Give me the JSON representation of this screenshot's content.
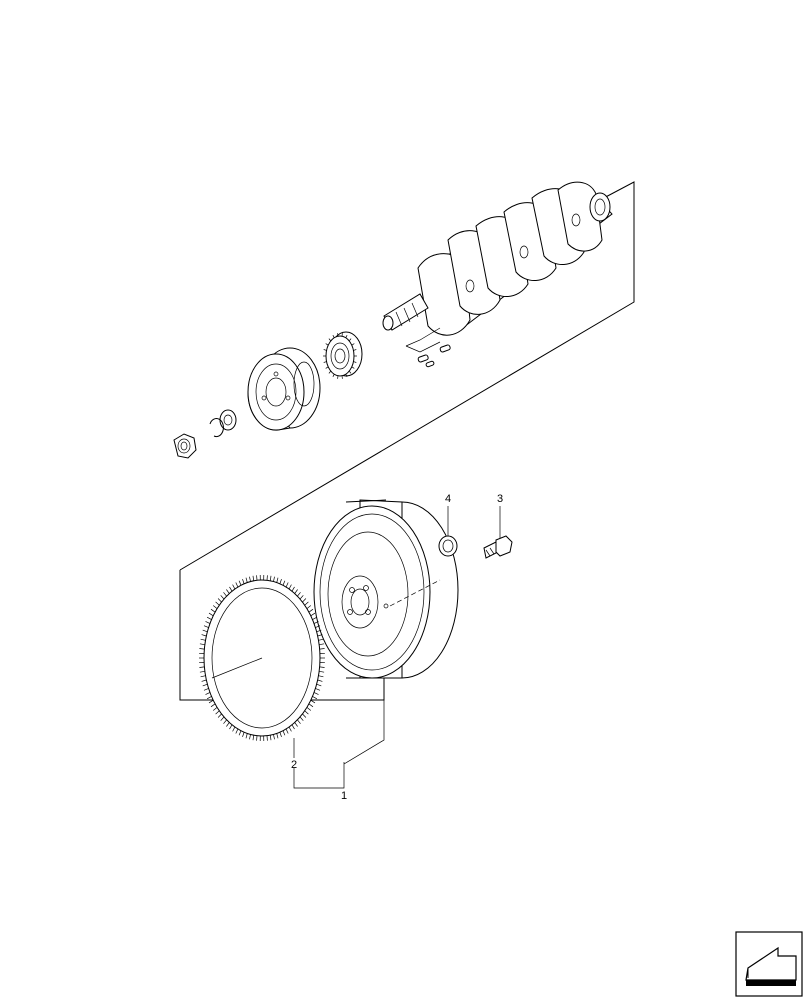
{
  "diagram": {
    "callouts": [
      {
        "id": "c1",
        "label": "1"
      },
      {
        "id": "c2",
        "label": "2"
      },
      {
        "id": "c3",
        "label": "3"
      },
      {
        "id": "c4",
        "label": "4"
      }
    ]
  },
  "nav": {
    "icon": "next-page-arrow-icon"
  }
}
